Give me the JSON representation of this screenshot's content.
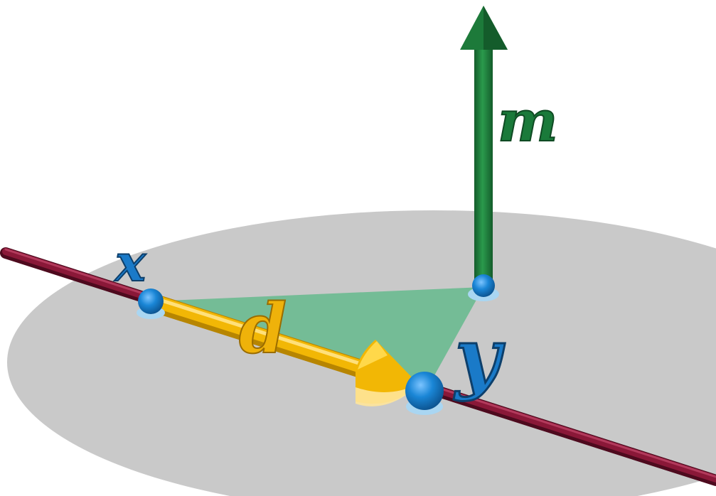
{
  "labels": {
    "x": "x",
    "y": "y",
    "d": "d",
    "m": "m"
  },
  "colors": {
    "plane": "#c9c9c9",
    "line": "#7a1030",
    "point": "#1a86d6",
    "d_arrow": "#f2b705",
    "m_arrow": "#1d7a3a",
    "triangle": "#5fb98a",
    "label_blue": "#1a7ac8",
    "label_gold": "#efb20a",
    "label_green": "#1a7a3a"
  }
}
